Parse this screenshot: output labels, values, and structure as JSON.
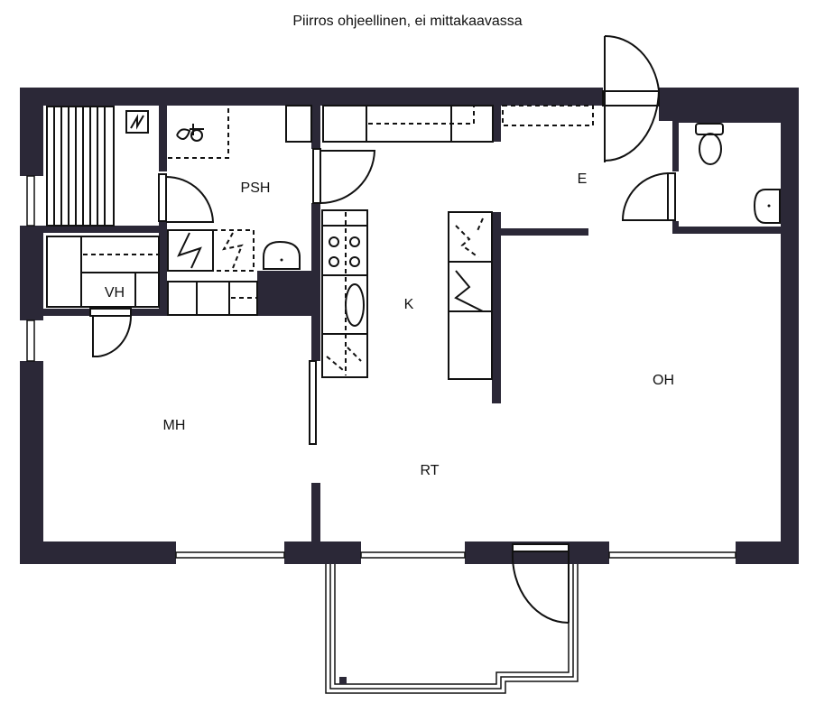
{
  "title": "Piirros ohjeellinen, ei mittakaavassa",
  "rooms": {
    "psh": "PSH",
    "vh": "VH",
    "k": "K",
    "e": "E",
    "oh": "OH",
    "mh": "MH",
    "rt": "RT"
  },
  "colors": {
    "wall": "#2b2837"
  }
}
